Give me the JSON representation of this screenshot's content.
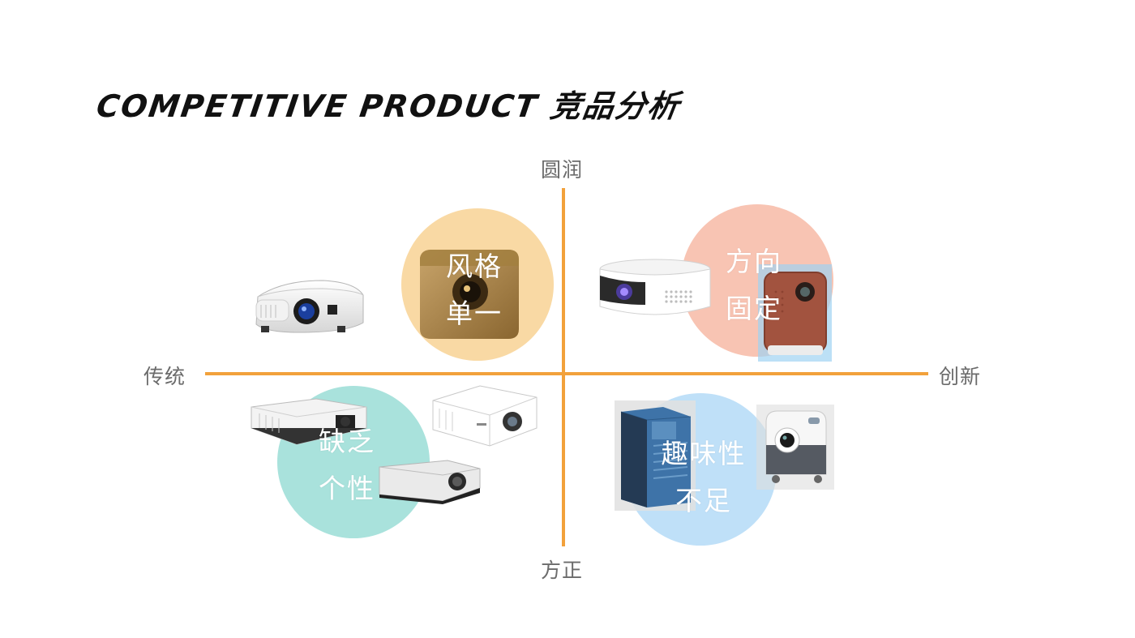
{
  "title": "COMPETITIVE PRODUCT 竞品分析",
  "axes": {
    "top": "圆润",
    "bottom": "方正",
    "left": "传统",
    "right": "创新",
    "color": "#f2a13b"
  },
  "quadrants": {
    "top_left": {
      "line1": "风格",
      "line2": "单一",
      "color": "#f9d9a4"
    },
    "top_right": {
      "line1": "方向",
      "line2": "固定",
      "color": "#f8c4b3"
    },
    "bottom_left": {
      "line1": "缺乏",
      "line2": "个性",
      "color": "#a9e2dc"
    },
    "bottom_right": {
      "line1": "趣味性",
      "line2": "不足",
      "color": "#bfe0f8"
    }
  },
  "products": {
    "tl_epson_white": "projector-icon",
    "tl_gold_cube": "projector-icon",
    "tr_round_white": "projector-icon",
    "tr_brown_mini": "projector-icon",
    "bl_epson_flat": "projector-icon",
    "bl_benq_white": "projector-icon",
    "bl_dark_slim": "projector-icon",
    "br_blue_tower": "projector-icon",
    "br_kids_grey": "projector-icon"
  }
}
